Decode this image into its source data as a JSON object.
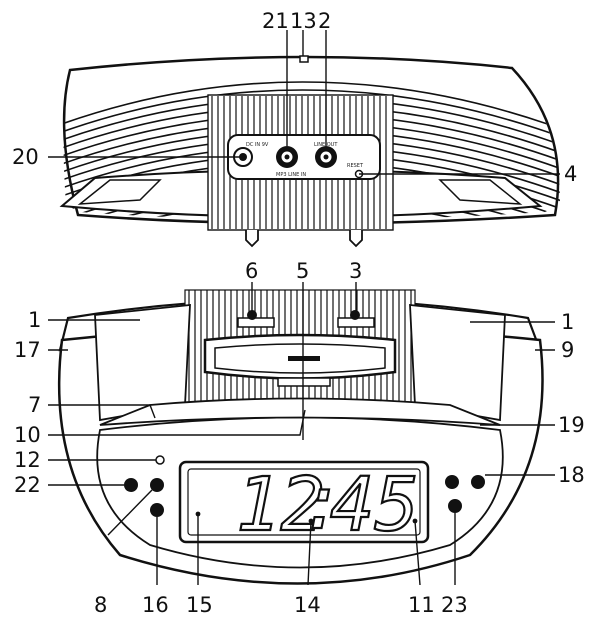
{
  "diagram": {
    "top_panel_labels": {
      "dc_in": "DC IN 9V",
      "line_in": "MP3 LINE IN",
      "line_out": "LINE OUT",
      "reset": "RESET"
    },
    "display": {
      "hours": "12",
      "colon": ":",
      "minutes": "45"
    },
    "callouts": [
      {
        "id": "21",
        "text": "21"
      },
      {
        "id": "13",
        "text": "13"
      },
      {
        "id": "2",
        "text": "2"
      },
      {
        "id": "20",
        "text": "20"
      },
      {
        "id": "4",
        "text": "4"
      },
      {
        "id": "6",
        "text": "6"
      },
      {
        "id": "5",
        "text": "5"
      },
      {
        "id": "3",
        "text": "3"
      },
      {
        "id": "1L",
        "text": "1"
      },
      {
        "id": "1R",
        "text": "1"
      },
      {
        "id": "17",
        "text": "17"
      },
      {
        "id": "9",
        "text": "9"
      },
      {
        "id": "7",
        "text": "7"
      },
      {
        "id": "10",
        "text": "10"
      },
      {
        "id": "19",
        "text": "19"
      },
      {
        "id": "12",
        "text": "12"
      },
      {
        "id": "22",
        "text": "22"
      },
      {
        "id": "18",
        "text": "18"
      },
      {
        "id": "8",
        "text": "8"
      },
      {
        "id": "16",
        "text": "16"
      },
      {
        "id": "15",
        "text": "15"
      },
      {
        "id": "14",
        "text": "14"
      },
      {
        "id": "11",
        "text": "11"
      },
      {
        "id": "23",
        "text": "23"
      }
    ]
  }
}
